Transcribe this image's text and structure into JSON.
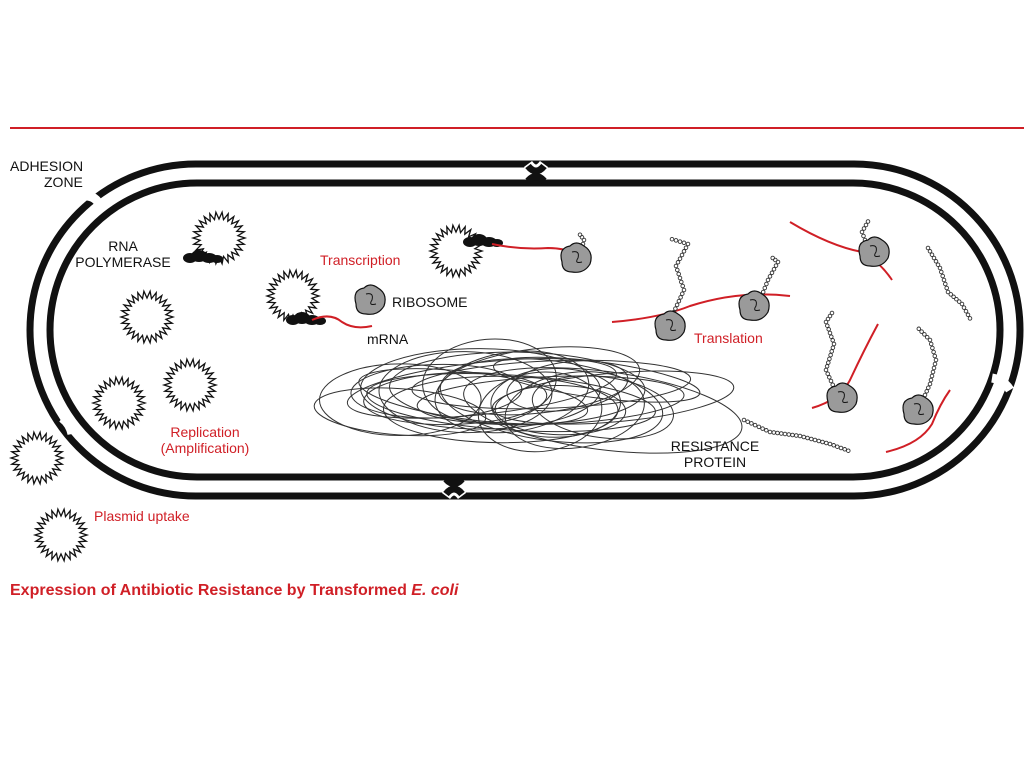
{
  "labels": {
    "adhesion_zone": [
      "ADHESION",
      "ZONE"
    ],
    "rna_polymerase": [
      "RNA",
      "POLYMERASE"
    ],
    "transcription": "Transcription",
    "ribosome": "RIBOSOME",
    "mrna": "mRNA",
    "translation": "Translation",
    "replication": [
      "Replication",
      "(Amplification)"
    ],
    "resistance_protein": [
      "RESISTANCE",
      "PROTEIN"
    ],
    "plasmid_uptake": "Plasmid uptake"
  },
  "caption": {
    "main": "Expression of Antibiotic Resistance by Transformed ",
    "species": "E. coli"
  },
  "colors": {
    "accent": "#d01f26",
    "ink": "#111111",
    "ribosome": "#9a9a9a"
  }
}
